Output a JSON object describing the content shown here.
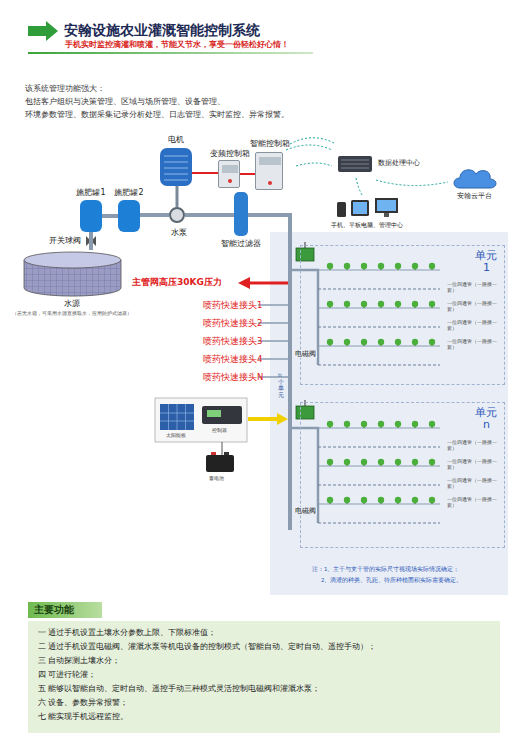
{
  "diagram": {
    "title": "安翰设施农业灌溉智能控制系统",
    "nodes": [
      {
        "text": [
          "电机"
        ]
      },
      {
        "text": [
          "变频控制箱"
        ]
      },
      {
        "text": [
          "智能控制箱"
        ]
      },
      {
        "text": [
          "施肥罐1"
        ]
      },
      {
        "text": [
          "施肥罐2"
        ]
      },
      {
        "text": [
          "水泵"
        ]
      },
      {
        "text": [
          "智能过滤器"
        ]
      },
      {
        "text": [
          "水源",
          "（若无水箱，可采用水源直接取水，应用防护式滤器）"
        ]
      },
      {
        "text": [
          "数据处理中心"
        ]
      },
      {
        "text": [
          "安翰云平台"
        ]
      },
      {
        "text": [
          "手机、平板电脑、管理中心"
        ]
      },
      {
        "text": [
          "单元1"
        ]
      },
      {
        "text": [
          "单元n"
        ]
      },
      {
        "text": [
          "主要功能"
        ]
      }
    ],
    "edges": [
      {
        "from": 2,
        "to": 1,
        "arrow": "none"
      },
      {
        "from": 1,
        "to": 0,
        "arrow": "none"
      },
      {
        "from": 0,
        "to": 5,
        "arrow": "none"
      },
      {
        "from": 7,
        "to": 3,
        "arrow": "none"
      },
      {
        "from": 3,
        "to": 4,
        "arrow": "none"
      },
      {
        "from": 4,
        "to": 5,
        "arrow": "none"
      },
      {
        "from": 5,
        "to": 6,
        "arrow": "none"
      }
    ],
    "labels": [
      "手机实时监控滴灌和喷灌，节能又节水，享受一份轻松好心情！",
      "该系统管理功能强大：",
      "包括客户组织与决策管理、区域与场所管理、设备管理、",
      "环境参数管理、数据采集记录分析处理、日志管理、实时监控、异常报警。",
      "开关球阀",
      "主管网高压30KG压力",
      "喷药快速接头1",
      "喷药快速接头2",
      "喷药快速接头3",
      "喷药快速接头4",
      "喷药快速接头N",
      "电磁阀",
      "电磁阀",
      "n个单元",
      "一位四通管（一路接一套）",
      "一位四通管（一路接一套）",
      "一位四通管（一路接一套）",
      "一位四通管（一路接一套）",
      "一位四通管（一路接一套）",
      "一位四通管（一路接一套）",
      "一位四通管（一路接一套）",
      "一位四通管（一路接一套）",
      "太阳能板",
      "控制器",
      "蓄电池",
      "注：1、主干与支干管的实际尺寸视现场实际情况确定；",
      "2、滴灌的种类、孔距、待所种植面积实际需要确定。",
      "一  通过手机设置土壤水分参数上限、下限标准值；",
      "二  通过手机设置电磁阀、灌溉水泵等机电设备的控制模式（智能自动、定时自动、遥控手动）；",
      "三  自动探测土壤水分；",
      "四  可进行轮灌；",
      "五  能够以智能自动、定时自动、遥控手动三种模式灵活控制电磁阀和灌溉水泵；",
      "六  设备、参数异常报警；",
      "七  能实现手机远程监控。"
    ]
  }
}
